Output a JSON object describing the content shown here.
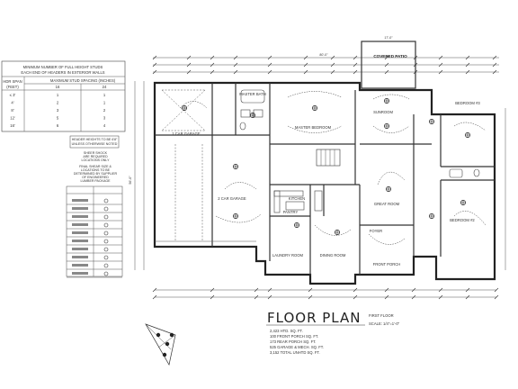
{
  "stud_table": {
    "title_1": "MINIMUM NUMBER OF FULL HEIGHT STUDS",
    "title_2": "EACH END OF HEADERS IN EXTERIOR WALLS",
    "col_1_a": "HDR SPAN",
    "col_1_b": "(FEET)",
    "col_2": "MAXIMUM STUD SPACING (INCHES)",
    "col_2_a": "16",
    "col_2_b": "24",
    "rows": [
      [
        "≤ 3'",
        "1",
        "1"
      ],
      [
        "4'",
        "2",
        "1"
      ],
      [
        "8'",
        "3",
        "2"
      ],
      [
        "12'",
        "5",
        "3"
      ],
      [
        "16'",
        "6",
        "4"
      ]
    ]
  },
  "notes": {
    "note_1": [
      "HEADER HEIGHTS TO BE 6'8\"",
      "UNLESS OTHERWISE NOTED"
    ],
    "note_2": [
      "SHEER SHOCK",
      "ARE REQUIRED",
      "LOCATIONS ONLY"
    ],
    "note_3": [
      "FINAL SHEAR SIZE &",
      "LOCATIONS TO BE",
      "DETERMINED BY SUPPLIER",
      "OF ENGINEERED",
      "LUMBER PACKAGE"
    ]
  },
  "rooms": {
    "master_bath": "MASTER BATH",
    "master_bedroom": "MASTER BEDROOM",
    "sunroom": "SUNROOM",
    "covered_patio": "COVERED PATIO",
    "bedroom_3": "BEDROOM #3",
    "bedroom_2": "BEDROOM #2",
    "car_garage_1": "1 CAR GARAGE",
    "car_garage_2": "2 CAR GARAGE",
    "great_room": "GREAT ROOM",
    "kitchen": "KITCHEN",
    "pantry": "PANTRY",
    "dining_room": "DINING ROOM",
    "front_porch": "FRONT PORCH",
    "laundry": "LAUNDRY ROOM",
    "foyer": "FOYER"
  },
  "title_block": {
    "title": "FLOOR PLAN",
    "subtitle": "FIRST FLOOR",
    "scale": "SCALE: 1/4\"=1'-0\"",
    "area_lines": [
      "2,423 HTD. SQ. FT.",
      "100 FRONT PORCH SQ. FT.",
      "173 REAR PORCH SQ. FT.",
      "525 GARAGE & MECH. SQ. FT.",
      "3,152 TOTAL UNHTD SQ. FT."
    ]
  },
  "dimensions": {
    "overall_width": "80'-0\"",
    "left_depth": "56'-0\"",
    "patio_width": "17'-0\""
  }
}
